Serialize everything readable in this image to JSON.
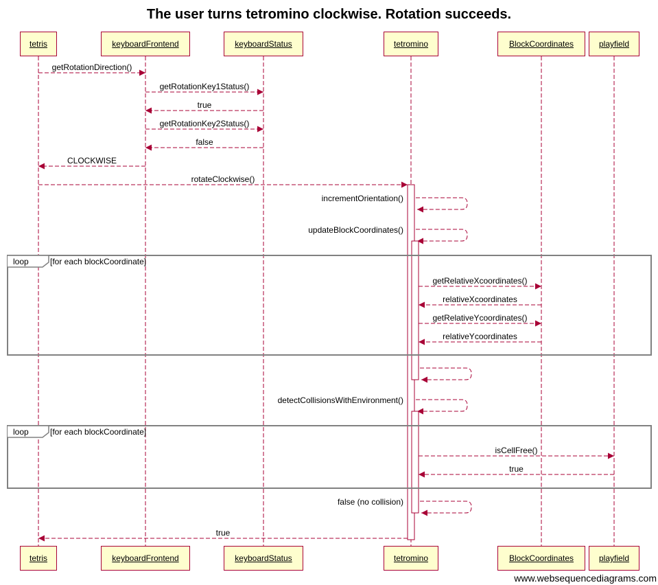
{
  "title": "The user turns tetromino clockwise. Rotation succeeds.",
  "watermark": "www.websequencediagrams.com",
  "colors": {
    "line": "#a80036",
    "box_fill": "#fefece",
    "frame": "#808080"
  },
  "participants": [
    {
      "id": "tetris",
      "label": "tetris"
    },
    {
      "id": "keyboardFrontend",
      "label": "keyboardFrontend"
    },
    {
      "id": "keyboardStatus",
      "label": "keyboardStatus"
    },
    {
      "id": "tetromino",
      "label": "tetromino"
    },
    {
      "id": "BlockCoordinates",
      "label": "BlockCoordinates"
    },
    {
      "id": "playfield",
      "label": "playfield"
    }
  ],
  "messages": [
    {
      "from": "tetris",
      "to": "keyboardFrontend",
      "label": "getRotationDirection()",
      "kind": "call"
    },
    {
      "from": "keyboardFrontend",
      "to": "keyboardStatus",
      "label": "getRotationKey1Status()",
      "kind": "call"
    },
    {
      "from": "keyboardStatus",
      "to": "keyboardFrontend",
      "label": "true",
      "kind": "return"
    },
    {
      "from": "keyboardFrontend",
      "to": "keyboardStatus",
      "label": "getRotationKey2Status()",
      "kind": "call"
    },
    {
      "from": "keyboardStatus",
      "to": "keyboardFrontend",
      "label": "false",
      "kind": "return"
    },
    {
      "from": "keyboardFrontend",
      "to": "tetris",
      "label": "CLOCKWISE",
      "kind": "return"
    },
    {
      "from": "tetris",
      "to": "tetromino",
      "label": "rotateClockwise()",
      "kind": "call"
    },
    {
      "from": "tetromino",
      "to": "tetromino",
      "label": "incrementOrientation()",
      "kind": "self"
    },
    {
      "from": "tetromino",
      "to": "tetromino",
      "label": "updateBlockCoordinates()",
      "kind": "self"
    },
    {
      "from": "tetromino",
      "to": "BlockCoordinates",
      "label": "getRelativeXcoordinates()",
      "kind": "call"
    },
    {
      "from": "BlockCoordinates",
      "to": "tetromino",
      "label": "relativeXcoordinates",
      "kind": "return"
    },
    {
      "from": "tetromino",
      "to": "BlockCoordinates",
      "label": "getRelativeYcoordinates()",
      "kind": "call"
    },
    {
      "from": "BlockCoordinates",
      "to": "tetromino",
      "label": "relativeYcoordinates",
      "kind": "return"
    },
    {
      "from": "tetromino",
      "to": "tetromino",
      "label": "",
      "kind": "self"
    },
    {
      "from": "tetromino",
      "to": "tetromino",
      "label": "detectCollisionsWithEnvironment()",
      "kind": "self"
    },
    {
      "from": "tetromino",
      "to": "playfield",
      "label": "isCellFree()",
      "kind": "call"
    },
    {
      "from": "playfield",
      "to": "tetromino",
      "label": "true",
      "kind": "return"
    },
    {
      "from": "tetromino",
      "to": "tetromino",
      "label": "false (no collision)",
      "kind": "self"
    },
    {
      "from": "tetromino",
      "to": "tetris",
      "label": "true",
      "kind": "return"
    }
  ],
  "frames": [
    {
      "operator": "loop",
      "guard": "[for each blockCoordinate]"
    },
    {
      "operator": "loop",
      "guard": "[for each blockCoordinate]"
    }
  ]
}
